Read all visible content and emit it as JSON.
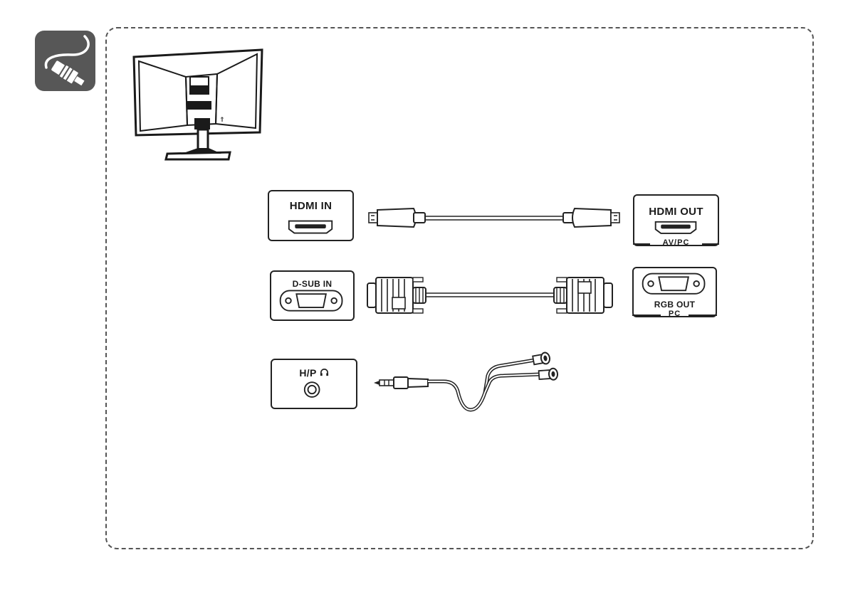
{
  "ports": {
    "hdmi_in": "HDMI IN",
    "hdmi_out": "HDMI OUT",
    "hdmi_out_sub": "AV/PC",
    "dsub_in": "D-SUB IN",
    "rgb_out": "RGB OUT",
    "rgb_out_sub": "PC",
    "hp": "H/P"
  },
  "icons": {
    "tile": "cable-connection-icon",
    "headphone": "headphone-icon"
  },
  "colors": {
    "tile_bg": "#575757",
    "line": "#222222"
  }
}
